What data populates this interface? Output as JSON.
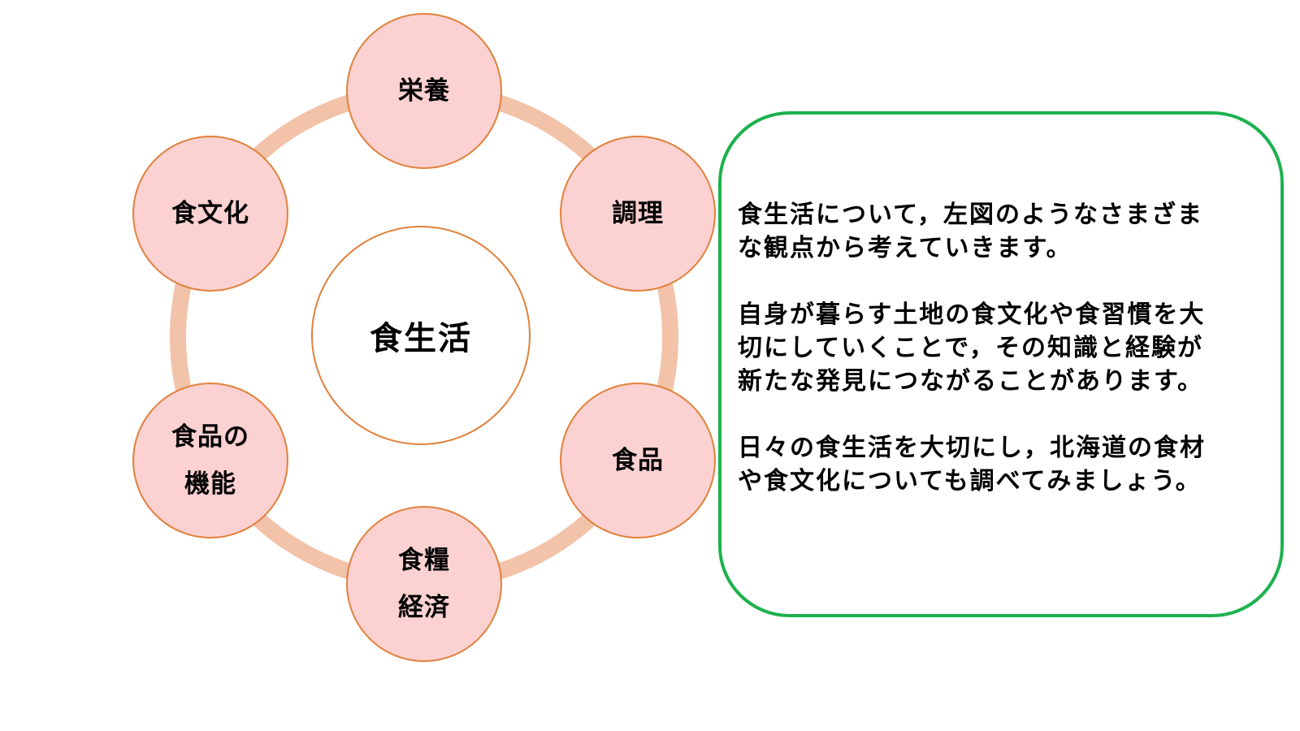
{
  "diagram": {
    "center_label": "食生活",
    "nodes": [
      {
        "label": "栄養"
      },
      {
        "label": "調理"
      },
      {
        "label": "食品"
      },
      {
        "label": "食糧\n経済"
      },
      {
        "label": "食品の\n機能"
      },
      {
        "label": "食文化"
      }
    ],
    "colors": {
      "node_fill": "#fbd1d1",
      "node_border": "#e0813c",
      "ring": "#f2c2a9",
      "center_fill": "#ffffff",
      "center_border": "#e0813c",
      "text": "#000000"
    }
  },
  "note": {
    "border_color": "#1db14e",
    "paragraphs": [
      "食生活について，左図のようなさまざま\nな観点から考えていきます。",
      "自身が暮らす土地の食文化や食習慣を大\n切にしていくことで，その知識と経験が\n新たな発見につながることがあります。",
      "日々の食生活を大切にし，北海道の食材\nや食文化についても調べてみましょう。"
    ]
  }
}
